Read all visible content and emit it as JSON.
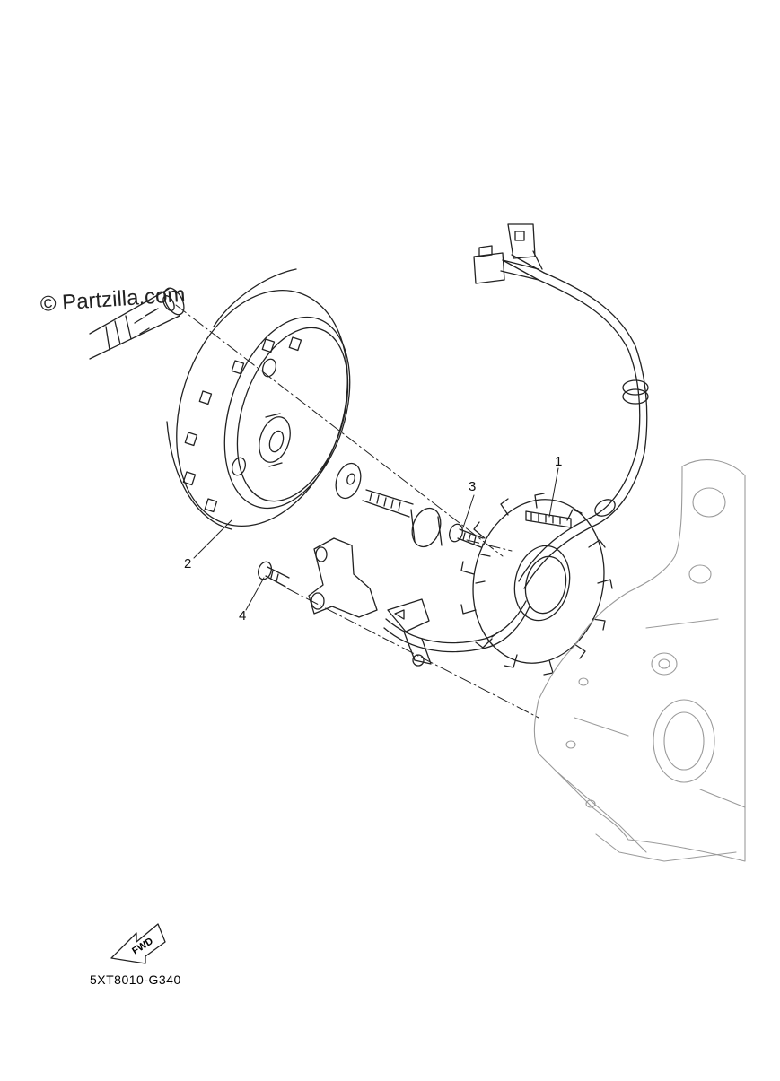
{
  "watermark": "© Partzilla.com",
  "diagram_code": "5XT8010-G340",
  "fwd_label": "FWD",
  "callouts": [
    {
      "id": "1",
      "label": "1"
    },
    {
      "id": "2",
      "label": "2"
    },
    {
      "id": "3",
      "label": "3"
    },
    {
      "id": "4",
      "label": "4"
    }
  ],
  "colors": {
    "line": "#222222",
    "light_line": "#9a9a9a"
  }
}
